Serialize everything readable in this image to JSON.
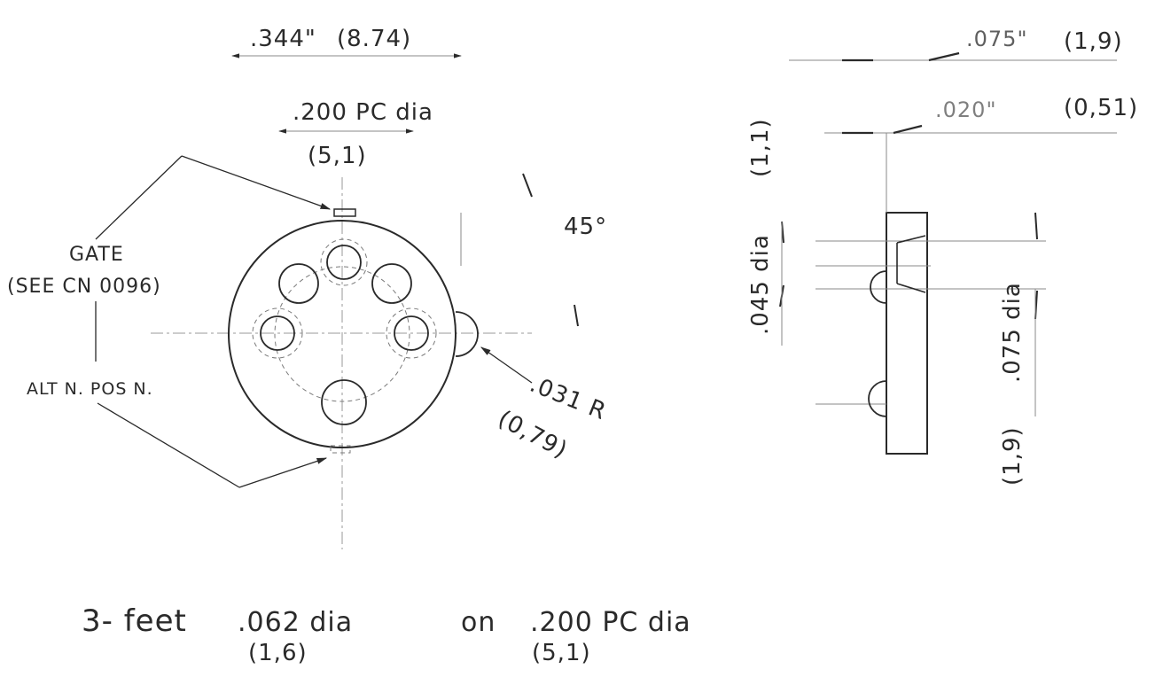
{
  "plan_view": {
    "overall_width": ".344\"",
    "overall_width_mm": "(8.74)",
    "pc_dia": ".200 PC dia",
    "pc_dia_mm": "(5,1)",
    "angle": "45°",
    "gate_label": "GATE",
    "gate_ref": "(SEE CN 0096)",
    "alt_position": "ALT N. POS N.",
    "radius": ".031 R",
    "radius_mm": "(0,79)"
  },
  "side_view": {
    "height_dim": ".075\"",
    "height_dim_mm": "(1,9)",
    "step_dim": ".020\"",
    "step_dim_mm": "(0,51)",
    "hole_dia": ".045 dia",
    "hole_dia_mm": "(1,1)",
    "counterbore_dia": ".075 dia",
    "counterbore_dia_mm": "(1,9)"
  },
  "note": {
    "prefix": "3- feet",
    "feet_dia": ".062 dia",
    "feet_dia_mm": "(1,6)",
    "on": "on",
    "pc_dia": ".200 PC dia",
    "pc_dia_mm": "(5,1)"
  }
}
